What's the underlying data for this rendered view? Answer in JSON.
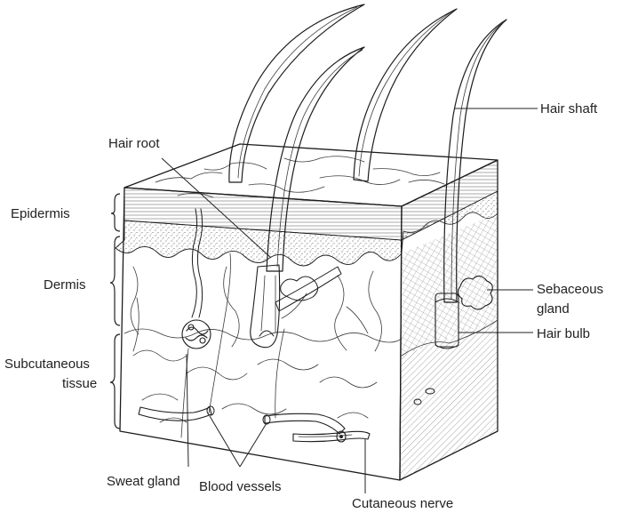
{
  "labels": {
    "epidermis": "Epidermis",
    "dermis": "Dermis",
    "subcutaneous_line1": "Subcutaneous",
    "subcutaneous_line2": "tissue",
    "hair_root": "Hair root",
    "hair_shaft": "Hair shaft",
    "sebaceous_line1": "Sebaceous",
    "sebaceous_line2": "gland",
    "hair_bulb": "Hair bulb",
    "sweat_gland": "Sweat gland",
    "blood_vessels": "Blood vessels",
    "cutaneous_nerve": "Cutaneous nerve"
  },
  "colors": {
    "ink": "#1c1c1c",
    "label_text": "#222222",
    "background": "#ffffff"
  }
}
